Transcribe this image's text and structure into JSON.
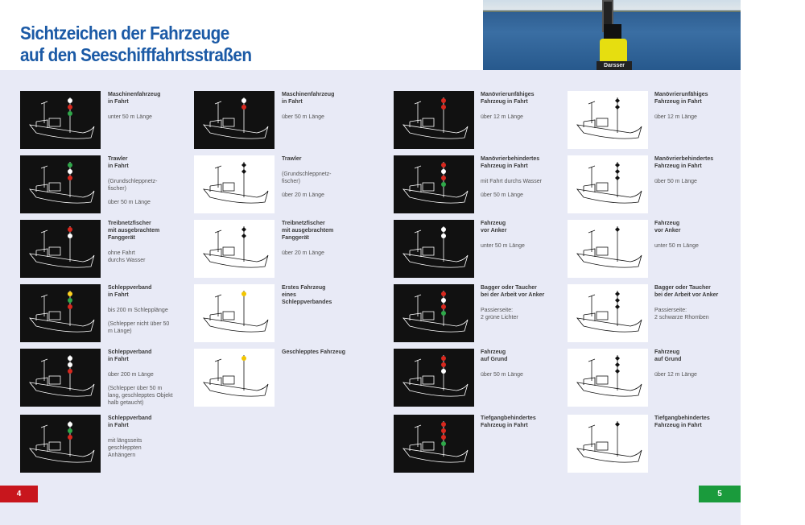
{
  "title_line1": "Sichtzeichen der Fahrzeuge",
  "title_line2": "auf den Seeschifffahrtsstraßen",
  "photo": {
    "buoy_lettering": "Darsser"
  },
  "pages": {
    "left": "4",
    "right": "5"
  },
  "columns": [
    [
      {
        "theme": "dark",
        "lights": [
          "#ffffff",
          "#d8281e",
          "#2fa84a"
        ],
        "heading": "Maschinenfahrzeug\nin Fahrt",
        "lines": [
          "unter 50 m Länge"
        ]
      },
      {
        "theme": "dark",
        "lights": [
          "#2fa84a",
          "#ffffff",
          "#d8281e"
        ],
        "heading": "Trawler\nin Fahrt",
        "lines": [
          "(Grundschleppnetz-\nfischer)",
          "über 50 m Länge"
        ]
      },
      {
        "theme": "dark",
        "lights": [
          "#d8281e",
          "#ffffff"
        ],
        "heading": "Treibnetzfischer\nmit ausgebrachtem\nFanggerät",
        "lines": [
          "ohne Fahrt\ndurchs Wasser"
        ]
      },
      {
        "theme": "dark",
        "lights": [
          "#ffd21e",
          "#2fa84a",
          "#d8281e"
        ],
        "heading": "Schleppverband\nin Fahrt",
        "lines": [
          "bis 200 m Schlepplänge",
          "(Schlepper nicht über 50\nm Länge)"
        ]
      },
      {
        "theme": "dark",
        "lights": [
          "#ffffff",
          "#ffffff",
          "#d8281e"
        ],
        "heading": "Schleppverband\nin Fahrt",
        "lines": [
          "über 200 m Länge",
          "(Schlepper über 50 m\nlang, geschlepptes Objekt\nhalb getaucht)"
        ]
      },
      {
        "theme": "dark",
        "lights": [
          "#ffffff",
          "#2fa84a",
          "#d8281e"
        ],
        "heading": "Schleppverband\nin Fahrt",
        "lines": [
          "mit längsseits\ngeschleppten\nAnhängern"
        ]
      }
    ],
    [
      {
        "theme": "dark",
        "lights": [
          "#ffffff",
          "#d8281e"
        ],
        "heading": "Maschinenfahrzeug\nin Fahrt",
        "lines": [
          "über 50 m Länge"
        ]
      },
      {
        "theme": "light",
        "lights": [
          "#111111",
          "#111111"
        ],
        "heading": "Trawler",
        "lines": [
          "(Grundschleppnetz-\nfischer)",
          "über 20 m Länge"
        ]
      },
      {
        "theme": "light",
        "lights": [
          "#111111",
          "#111111"
        ],
        "heading": "Treibnetzfischer\nmit ausgebrachtem\nFanggerät",
        "lines": [
          "über 20 m Länge"
        ]
      },
      {
        "theme": "light",
        "lights": [
          "#f2c500"
        ],
        "heading": "Erstes Fahrzeug\neines\nSchleppverbandes",
        "lines": []
      },
      {
        "theme": "light",
        "lights": [
          "#f2c500"
        ],
        "heading": "Geschlepptes Fahrzeug",
        "lines": []
      }
    ],
    [
      {
        "theme": "dark",
        "lights": [
          "#d8281e",
          "#d8281e"
        ],
        "heading": "Manövrierunfähiges\nFahrzeug in Fahrt",
        "lines": [
          "über 12 m Länge"
        ]
      },
      {
        "theme": "dark",
        "lights": [
          "#d8281e",
          "#ffffff",
          "#d8281e",
          "#2fa84a"
        ],
        "heading": "Manövrierbehindertes\nFahrzeug in Fahrt",
        "lines": [
          "mit Fahrt durchs Wasser",
          "über 50 m Länge"
        ]
      },
      {
        "theme": "dark",
        "lights": [
          "#ffffff",
          "#ffffff"
        ],
        "heading": "Fahrzeug\nvor Anker",
        "lines": [
          "unter 50 m Länge"
        ]
      },
      {
        "theme": "dark",
        "lights": [
          "#d8281e",
          "#ffffff",
          "#d8281e",
          "#2fa84a"
        ],
        "heading": "Bagger oder Taucher\nbei der Arbeit vor Anker",
        "lines": [
          "Passierseite:\n2 grüne Lichter"
        ]
      },
      {
        "theme": "dark",
        "lights": [
          "#d8281e",
          "#d8281e",
          "#ffffff"
        ],
        "heading": "Fahrzeug\nauf Grund",
        "lines": [
          "über 50 m Länge"
        ]
      },
      {
        "theme": "dark",
        "lights": [
          "#d8281e",
          "#d8281e",
          "#d8281e",
          "#2fa84a"
        ],
        "heading": "Tiefgangbehindertes\nFahrzeug in Fahrt",
        "lines": []
      }
    ],
    [
      {
        "theme": "light",
        "lights": [
          "#111111",
          "#111111"
        ],
        "heading": "Manövrierunfähiges\nFahrzeug in Fahrt",
        "lines": [
          "über 12 m Länge"
        ]
      },
      {
        "theme": "light",
        "lights": [
          "#111111",
          "#111111",
          "#111111"
        ],
        "heading": "Manövrierbehindertes\nFahrzeug in Fahrt",
        "lines": [
          "über 50 m Länge"
        ]
      },
      {
        "theme": "light",
        "lights": [
          "#111111"
        ],
        "heading": "Fahrzeug\nvor Anker",
        "lines": [
          "unter 50 m Länge"
        ]
      },
      {
        "theme": "light",
        "lights": [
          "#111111",
          "#111111",
          "#111111"
        ],
        "heading": "Bagger oder Taucher\nbei der Arbeit vor Anker",
        "lines": [
          "Passierseite:\n2 schwarze Rhomben"
        ]
      },
      {
        "theme": "light",
        "lights": [
          "#111111",
          "#111111",
          "#111111"
        ],
        "heading": "Fahrzeug\nauf Grund",
        "lines": [
          "über 12 m Länge"
        ]
      },
      {
        "theme": "light",
        "lights": [
          "#111111"
        ],
        "heading": "Tiefgangbehindertes\nFahrzeug in Fahrt",
        "lines": []
      }
    ]
  ]
}
